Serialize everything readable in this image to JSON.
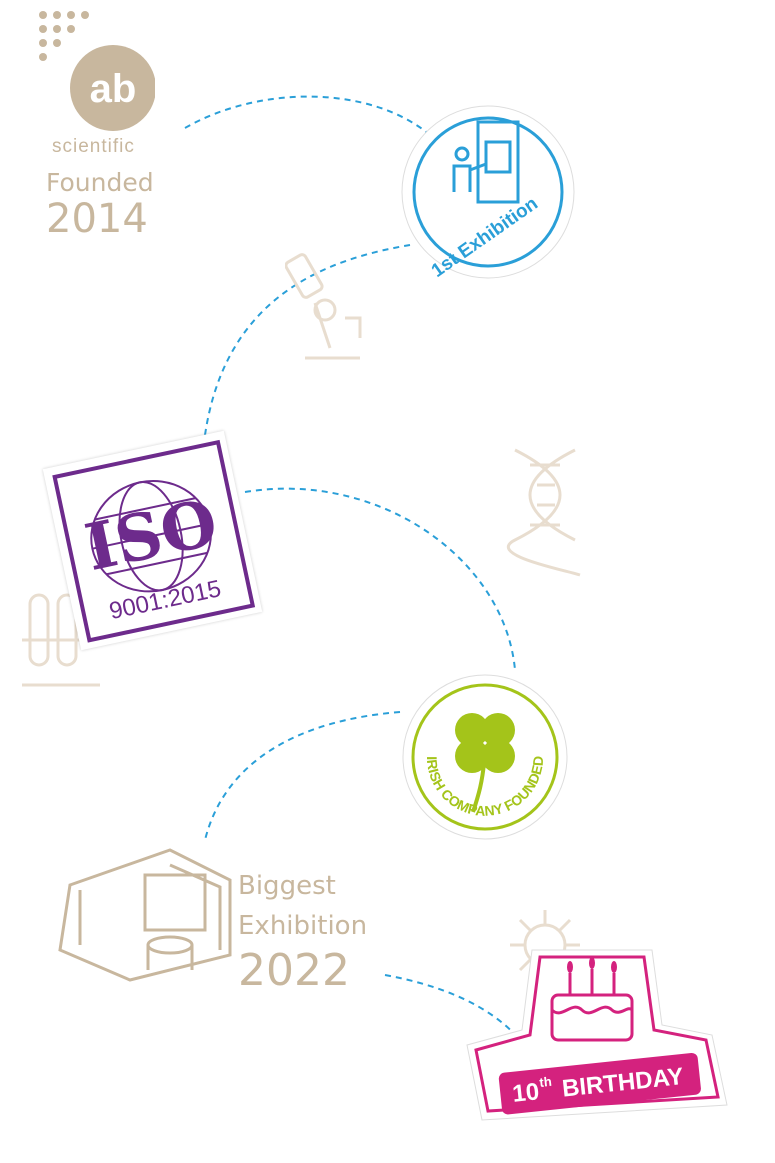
{
  "brand": {
    "logo_text": "ab",
    "tagline": "scientific",
    "founded_label": "Founded",
    "founded_year": "2014",
    "color": "#c8b79e"
  },
  "milestones": {
    "first_exhibition": {
      "label": "1st Exhibition",
      "color": "#2a9fd8"
    },
    "iso": {
      "label": "ISO",
      "standard": "9001:2015",
      "color": "#6d2b8c"
    },
    "irish": {
      "label": "IRISH COMPANY FOUNDED",
      "color": "#a4c41a"
    },
    "biggest_exhibition": {
      "line1": "Biggest",
      "line2": "Exhibition",
      "year": "2022"
    },
    "birthday": {
      "number": "10",
      "suffix": "th",
      "label": "BIRTHDAY",
      "color": "#d4227e"
    }
  },
  "path_color": "#2a9fd8",
  "decor_color": "#e8ddcf"
}
